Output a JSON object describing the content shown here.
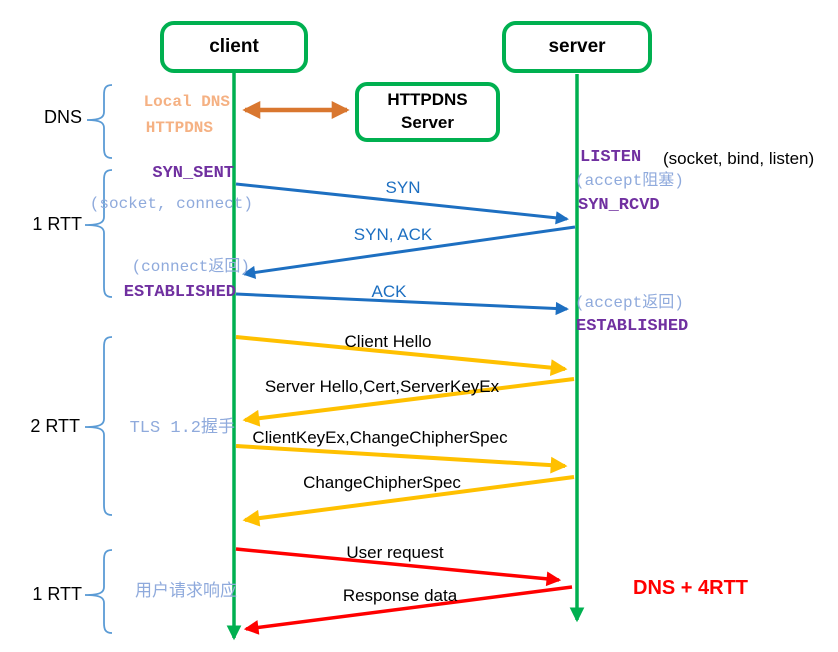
{
  "actors": {
    "client": "client",
    "server": "server",
    "httpdns_server": {
      "line1": "HTTPDNS",
      "line2": "Server"
    }
  },
  "phase_labels": {
    "dns": "DNS",
    "tcp_rtt": "1 RTT",
    "tls_rtt": "2 RTT",
    "http_rtt": "1 RTT",
    "tls_handshake": "TLS 1.2握手",
    "http_exchange": "用户请求响应"
  },
  "dns_phase": {
    "local_dns": "Local DNS",
    "httpdns": "HTTPDNS"
  },
  "client_states": {
    "syn_sent": "SYN_SENT",
    "socket_connect": "(socket, connect)",
    "connect_return": "(connect返回)",
    "established": "ESTABLISHED"
  },
  "server_states": {
    "listen": "LISTEN",
    "socket_bind_listen": "(socket, bind, listen)",
    "accept_block": "(accept阻塞)",
    "syn_rcvd": "SYN_RCVD",
    "accept_return": "(accept返回)",
    "established": "ESTABLISHED"
  },
  "messages": {
    "syn": "SYN",
    "syn_ack": "SYN, ACK",
    "ack": "ACK",
    "client_hello": "Client Hello",
    "server_hello": "Server Hello,Cert,ServerKeyEx",
    "client_keyex": "ClientKeyEx,ChangeChipherSpec",
    "change_cipher": "ChangeChipherSpec",
    "user_request": "User request",
    "response_data": "Response data"
  },
  "summary": "DNS + 4RTT",
  "colors": {
    "lifeline_green": "#00B050",
    "tcp_blue": "#1D6FC1",
    "tls_yellow": "#FFC000",
    "http_red": "#FF0000",
    "dns_arrow_orange": "#D9772F",
    "dns_text_orange": "#F5B183",
    "state_purple": "#7030A0",
    "note_periwinkle": "#8FAADC",
    "brace_blue": "#5B9BD5"
  }
}
